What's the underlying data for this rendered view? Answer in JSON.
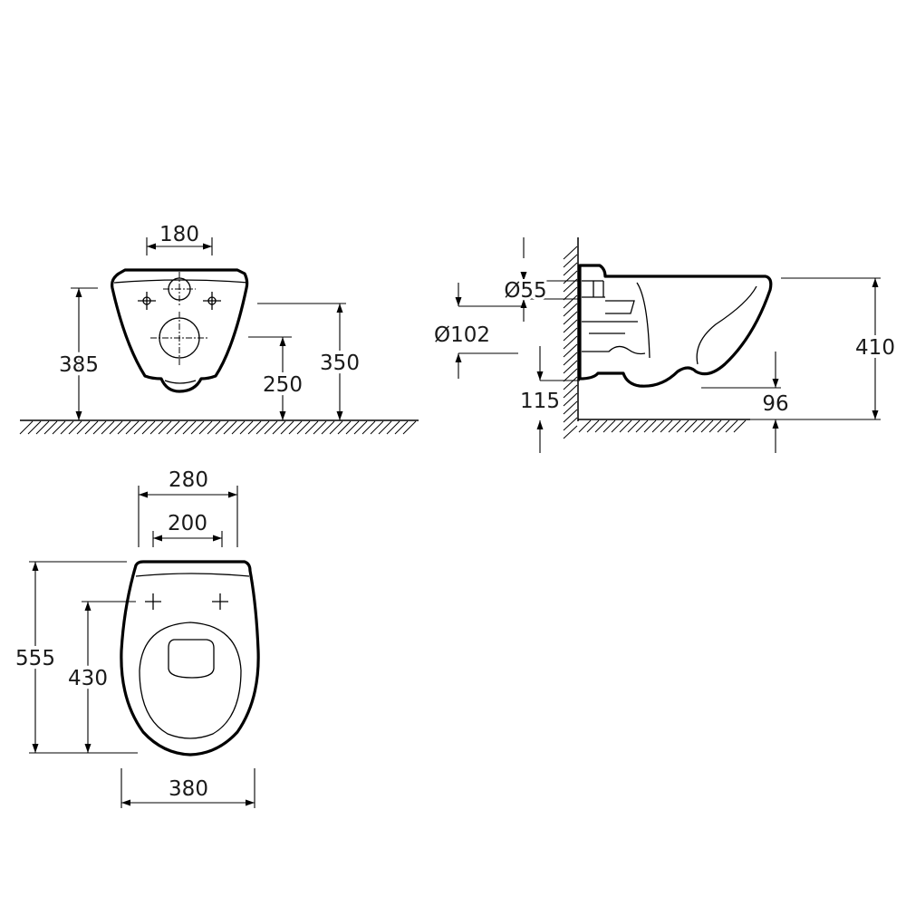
{
  "front_view": {
    "dims": {
      "fixing_spacing": "180",
      "overall_height": "385",
      "waste_center_height": "250",
      "inlet_height": "350"
    }
  },
  "side_view": {
    "dims": {
      "inlet_diameter": "Ø55",
      "waste_diameter": "Ø102",
      "waste_outlet_height": "115",
      "rim_height": "410",
      "bottom_clearance": "96"
    }
  },
  "top_view": {
    "dims": {
      "rear_width": "280",
      "fixing_spacing": "200",
      "overall_depth": "555",
      "fixing_to_front": "430",
      "overall_width": "380"
    }
  }
}
